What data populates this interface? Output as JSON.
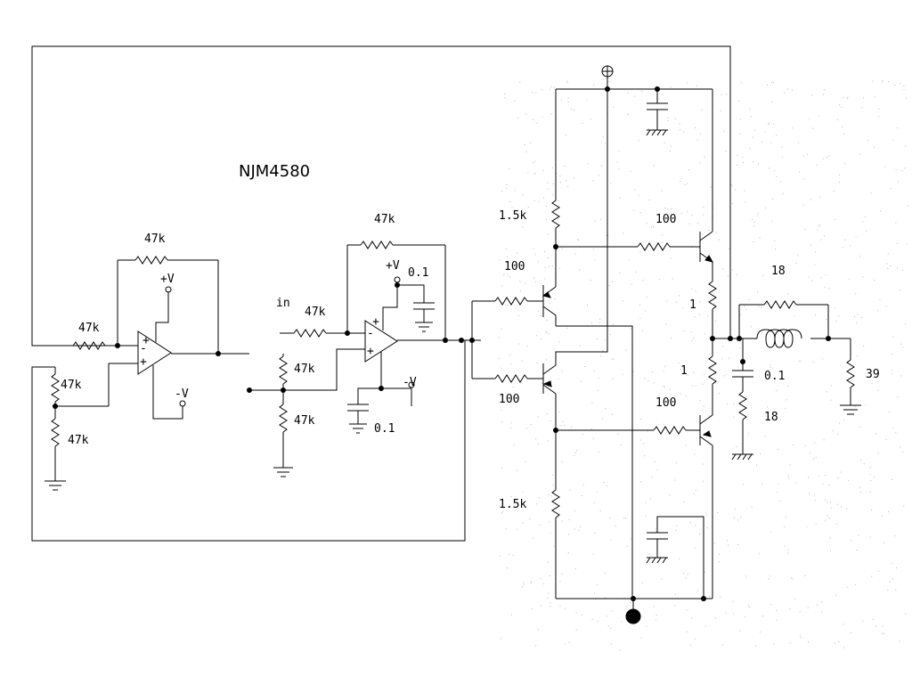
{
  "title": "NJM4580",
  "labels": {
    "in": "in",
    "plus_v_1": "+V",
    "minus_v_1": "-V",
    "plus_v_2": "+V",
    "minus_v_2": "-V",
    "opamp1_plus_1": "+",
    "opamp1_minus": "-",
    "opamp1_plus_2": "+",
    "opamp2_plus_1": "+",
    "opamp2_minus": "-",
    "opamp2_plus_2": "+"
  },
  "components": {
    "r_fb1": "47k",
    "r_in1": "47k",
    "r_div1_top": "47k",
    "r_div1_bot": "47k",
    "r_fb2": "47k",
    "r_in2": "47k",
    "r_div2_top": "47k",
    "r_div2_bot": "47k",
    "c_op2_top": "0.1",
    "c_op2_bot": "0.1",
    "r_bias_top": "1.5k",
    "r_bias_bot": "1.5k",
    "r_base_q1": "100",
    "r_base_q2": "100",
    "r_base_q3": "100",
    "r_base_q4": "100",
    "r_emit_top": "1",
    "r_emit_bot": "1",
    "r_zobel_top": "18",
    "c_zobel": "0.1",
    "r_zobel_bot": "18",
    "r_load": "39"
  }
}
